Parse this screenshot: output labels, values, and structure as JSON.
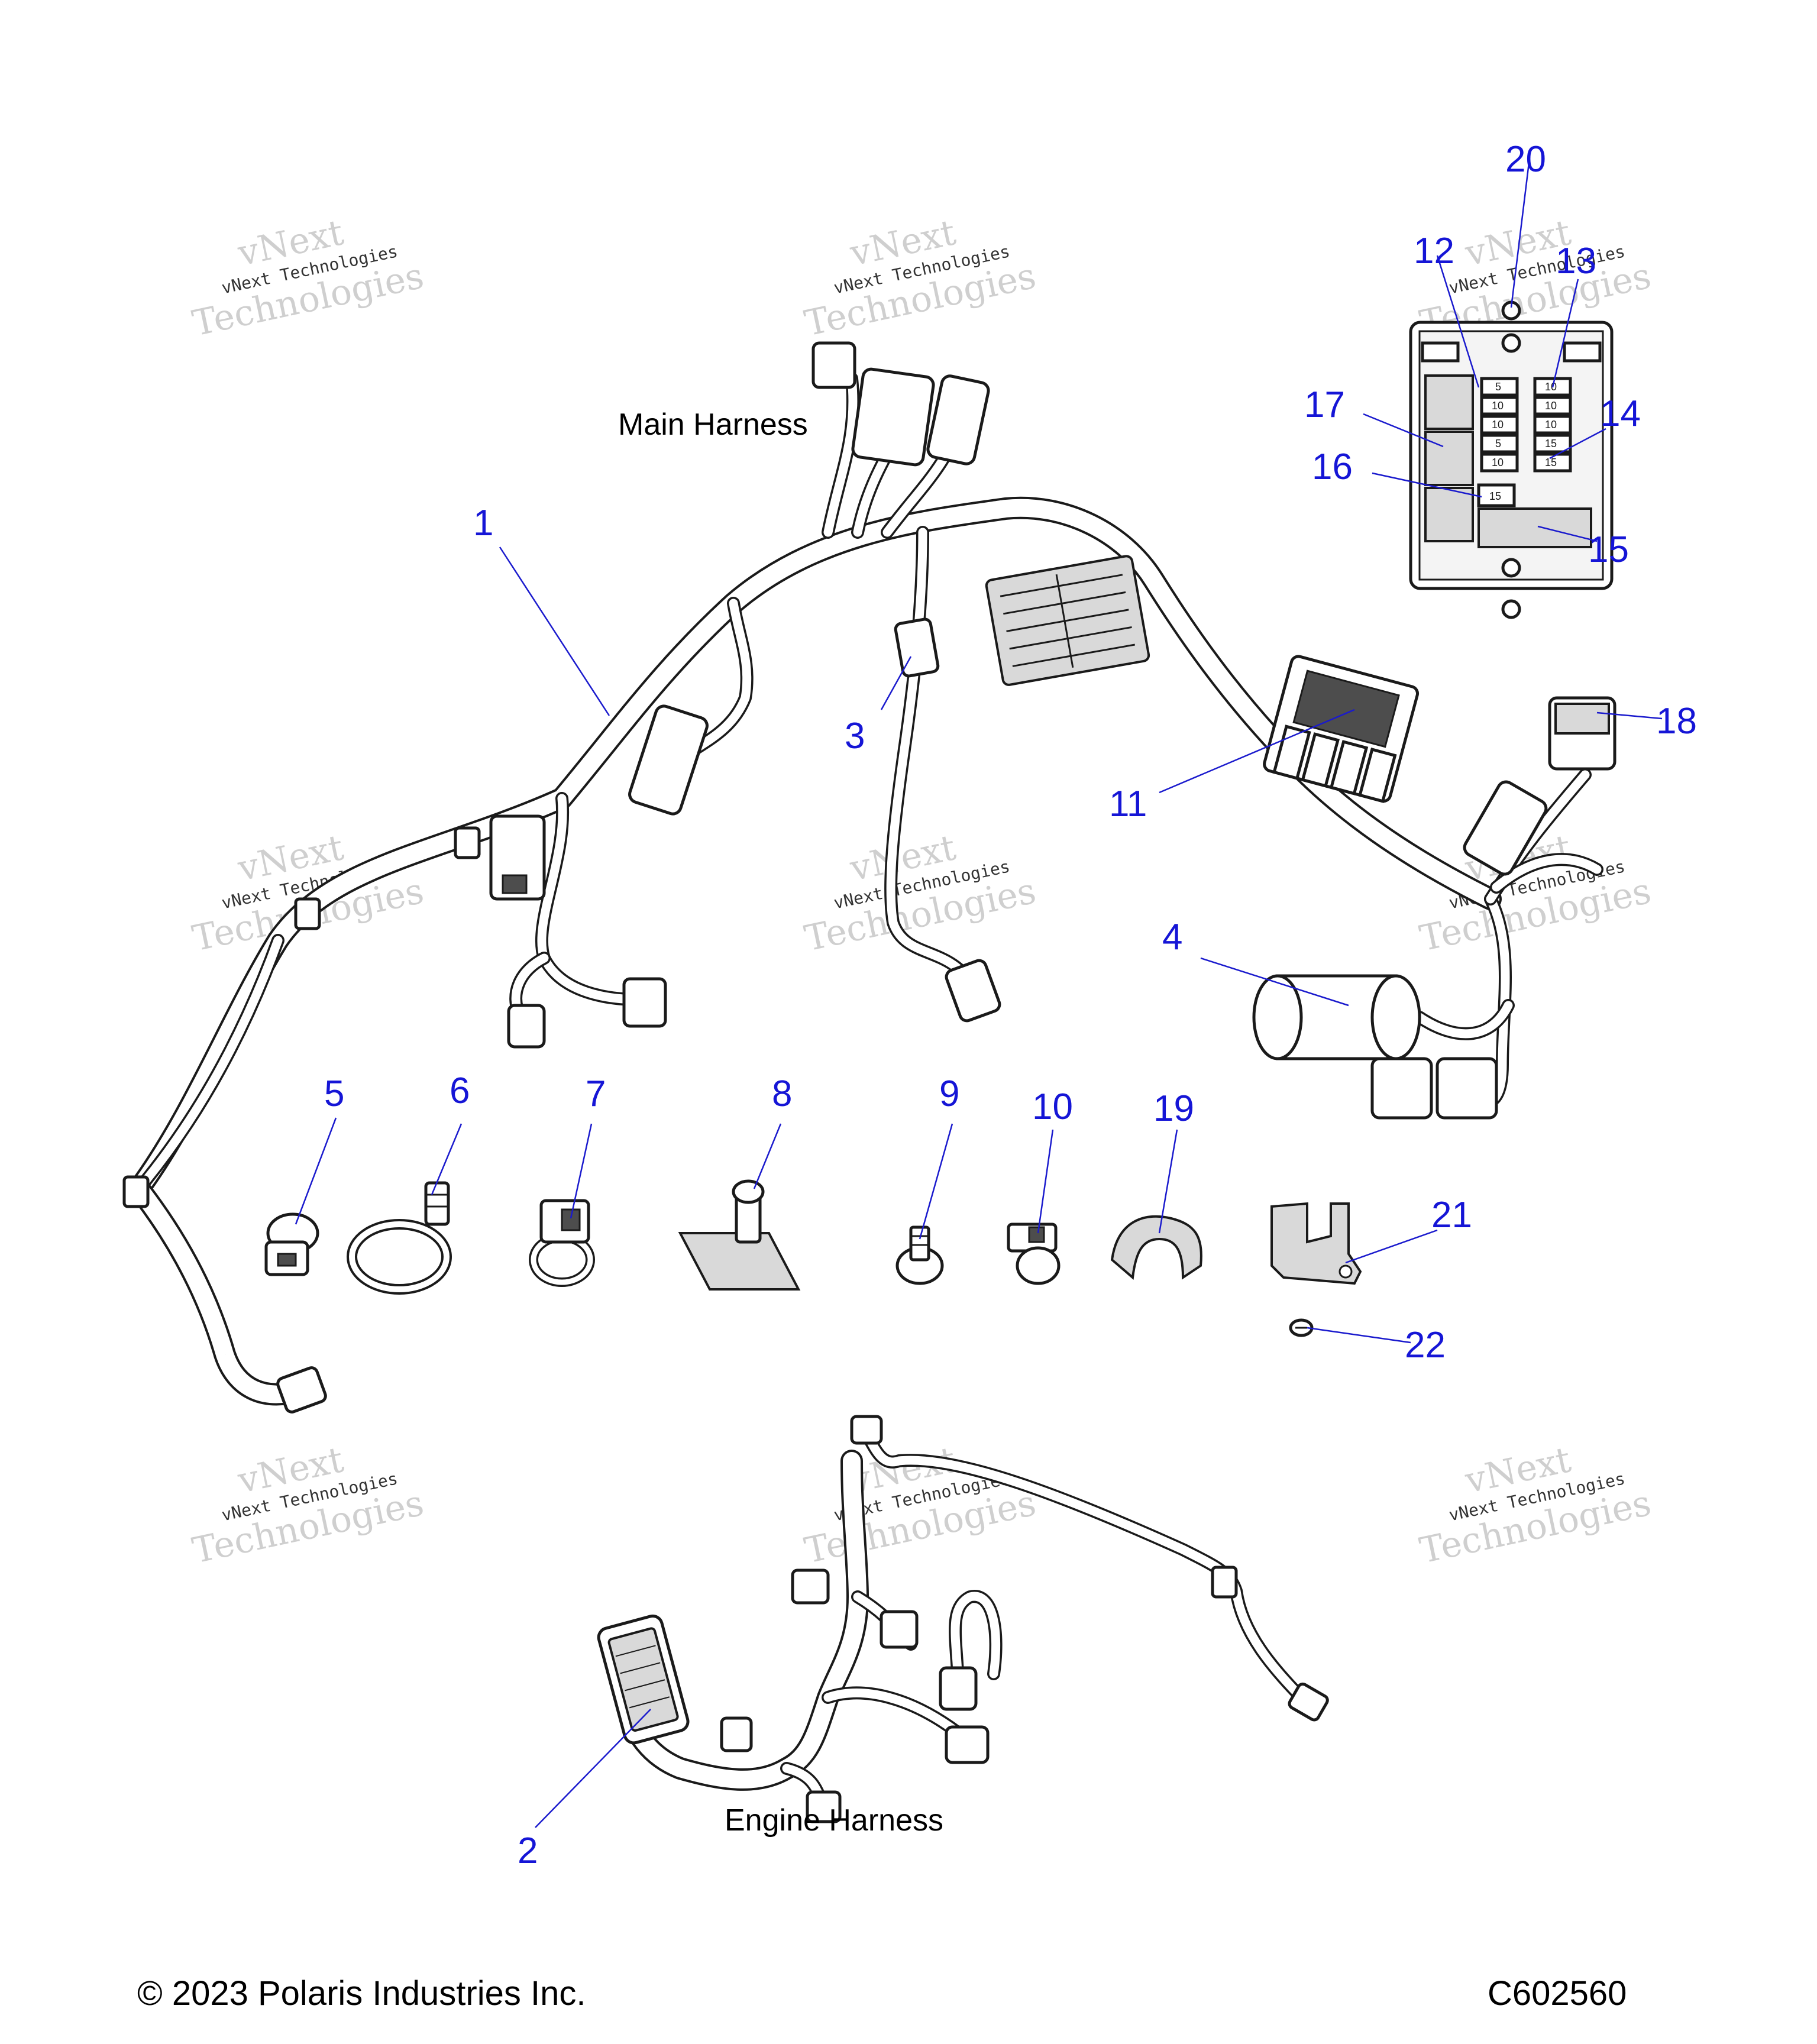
{
  "harness_labels": {
    "main": "Main Harness",
    "engine": "Engine Harness"
  },
  "callouts": {
    "c1": "1",
    "c2": "2",
    "c3": "3",
    "c4": "4",
    "c5": "5",
    "c6": "6",
    "c7": "7",
    "c8": "8",
    "c9": "9",
    "c10": "10",
    "c11": "11",
    "c12": "12",
    "c13": "13",
    "c14": "14",
    "c15": "15",
    "c16": "16",
    "c17": "17",
    "c18": "18",
    "c19": "19",
    "c20": "20",
    "c21": "21",
    "c22": "22"
  },
  "fuse_box": {
    "fuse_values": [
      "5",
      "10",
      "10",
      "5",
      "10",
      "10",
      "10",
      "10",
      "15",
      "15"
    ],
    "relay_label": "15"
  },
  "watermark": {
    "line1": "vNext",
    "line2": "vNext Technologies",
    "line3": "Technologies"
  },
  "footer": {
    "copyright": "© 2023 Polaris Industries Inc.",
    "diagram_id": "C602560"
  },
  "colors": {
    "callout": "#1515d6",
    "line_art": "#1a1a1a",
    "watermark": "#cfcfcf"
  }
}
